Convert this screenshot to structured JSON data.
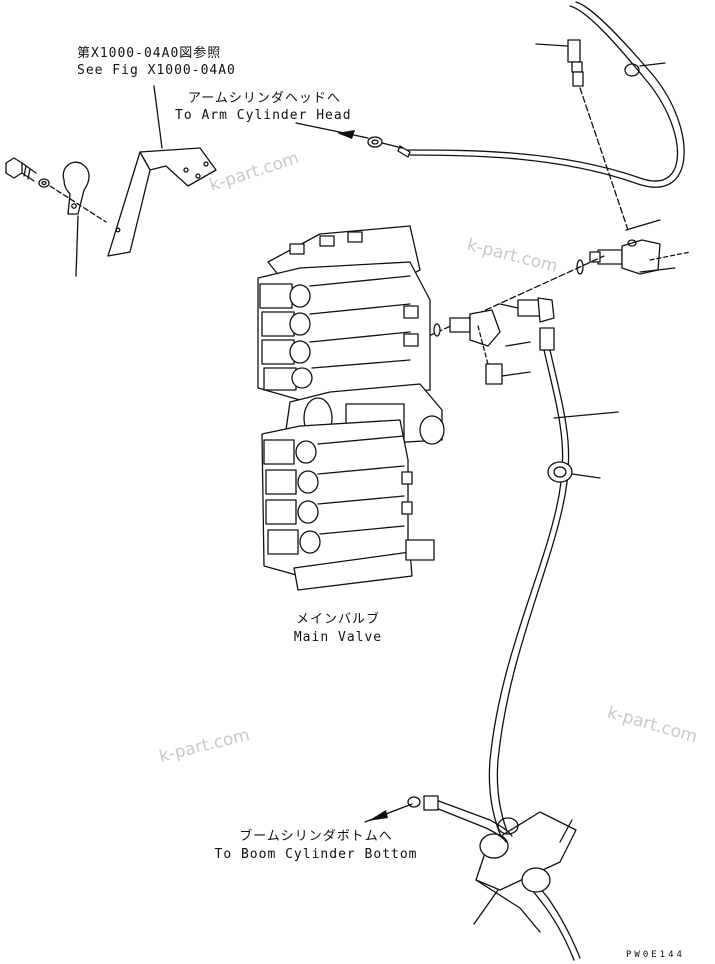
{
  "labels": {
    "see_fig_jp": "第X1000-04A0図参照",
    "see_fig_en": "See Fig X1000-04A0",
    "arm_head_jp": "アームシリンダヘッドへ",
    "arm_head_en": "To Arm Cylinder Head",
    "main_valve_jp": "メインバルブ",
    "main_valve_en": "Main Valve",
    "boom_bottom_jp": "ブームシリンダボトムへ",
    "boom_bottom_en": "To Boom Cylinder Bottom"
  },
  "watermarks": [
    "k-part.com",
    "k-part.com",
    "k-part.com",
    "k-part.com"
  ],
  "drawing_code": "PW0E144",
  "colors": {
    "ink": "#111111",
    "watermark": "#c9c9c9",
    "background": "#ffffff"
  }
}
